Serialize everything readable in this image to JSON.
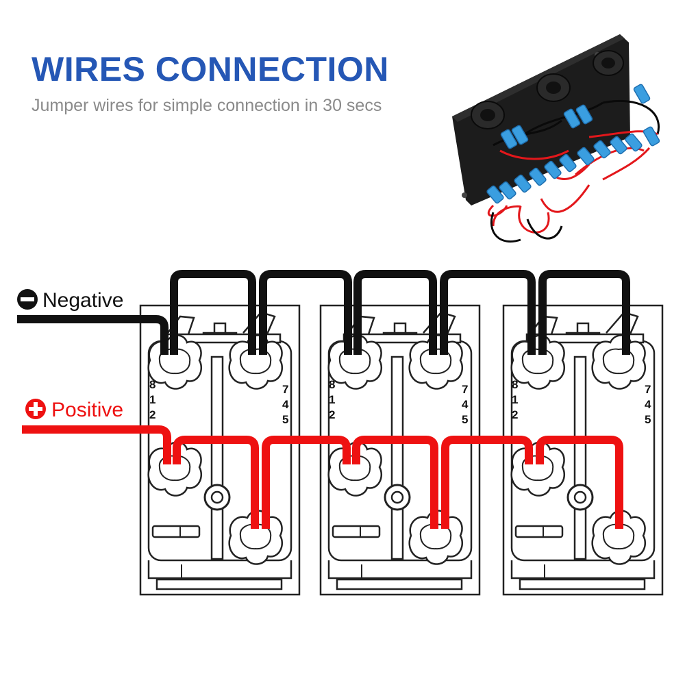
{
  "header": {
    "title": "WIRES CONNECTION",
    "subtitle": "Jumper wires for simple connection in 30 secs"
  },
  "legend": {
    "negative_label": "Negative",
    "positive_label": "Positive"
  },
  "switches": [
    {
      "pins_left": [
        "8",
        "1",
        "2"
      ],
      "pins_right": [
        "7",
        "4",
        "5"
      ]
    },
    {
      "pins_left": [
        "8",
        "1",
        "2"
      ],
      "pins_right": [
        "7",
        "4",
        "5"
      ]
    },
    {
      "pins_left": [
        "8",
        "1",
        "2"
      ],
      "pins_right": [
        "7",
        "4",
        "5"
      ]
    }
  ],
  "colors": {
    "title": "#2557b5",
    "subtitle": "#8a8a8a",
    "negative_wire": "#111111",
    "positive_wire": "#ee1111",
    "terminal_blue": "#3a9ee0"
  }
}
